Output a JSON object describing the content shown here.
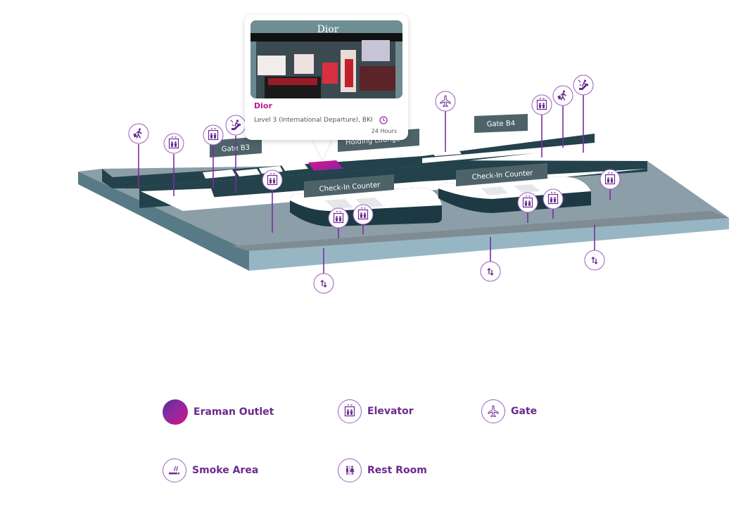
{
  "map": {
    "signs": {
      "gate_b3": "Gate B3",
      "gate_b4": "Gate B4",
      "holding_lounge": "Holding Lounge",
      "checkin_1": "Check-In Counter",
      "checkin_2": "Check-In Counter"
    },
    "pins": [
      {
        "type": "departure",
        "icon": "traveler-icon"
      },
      {
        "type": "elevator",
        "icon": "elevator-icon"
      },
      {
        "type": "elevator",
        "icon": "elevator-icon"
      },
      {
        "type": "no-escalator",
        "icon": "escalator-icon"
      },
      {
        "type": "elevator",
        "icon": "elevator-icon"
      },
      {
        "type": "gate",
        "icon": "plane-icon"
      },
      {
        "type": "elevator",
        "icon": "elevator-icon"
      },
      {
        "type": "departure",
        "icon": "traveler-icon"
      },
      {
        "type": "no-escalator",
        "icon": "escalator-icon"
      },
      {
        "type": "elevator",
        "icon": "elevator-icon"
      },
      {
        "type": "elevator",
        "icon": "elevator-icon"
      },
      {
        "type": "elevator",
        "icon": "elevator-icon"
      },
      {
        "type": "elevator",
        "icon": "elevator-icon"
      },
      {
        "type": "elevator",
        "icon": "elevator-icon"
      },
      {
        "type": "level-change",
        "icon": "up-down-arrows-icon"
      },
      {
        "type": "level-change",
        "icon": "up-down-arrows-icon"
      },
      {
        "type": "level-change",
        "icon": "up-down-arrows-icon"
      }
    ],
    "highlight_color": "#c0188f"
  },
  "popup": {
    "title": "Dior",
    "photo_sign": "Dior",
    "location": "Level 3 (International Departure), BKI",
    "hours": "24 Hours",
    "clock_icon": "clock-icon"
  },
  "legend": [
    {
      "label": "Eraman Outlet",
      "icon": "outlet-dot"
    },
    {
      "label": "Elevator",
      "icon": "elevator-icon"
    },
    {
      "label": "Gate",
      "icon": "plane-icon"
    },
    {
      "label": "Smoke Area",
      "icon": "smoke-icon"
    },
    {
      "label": "Rest Room",
      "icon": "restroom-icon"
    }
  ],
  "colors": {
    "accent_purple": "#6a2a8e",
    "accent_magenta": "#c0188f",
    "wall_dark": "#23424c",
    "floor": "#8da1ab",
    "sign_bg": "#4e6369"
  }
}
